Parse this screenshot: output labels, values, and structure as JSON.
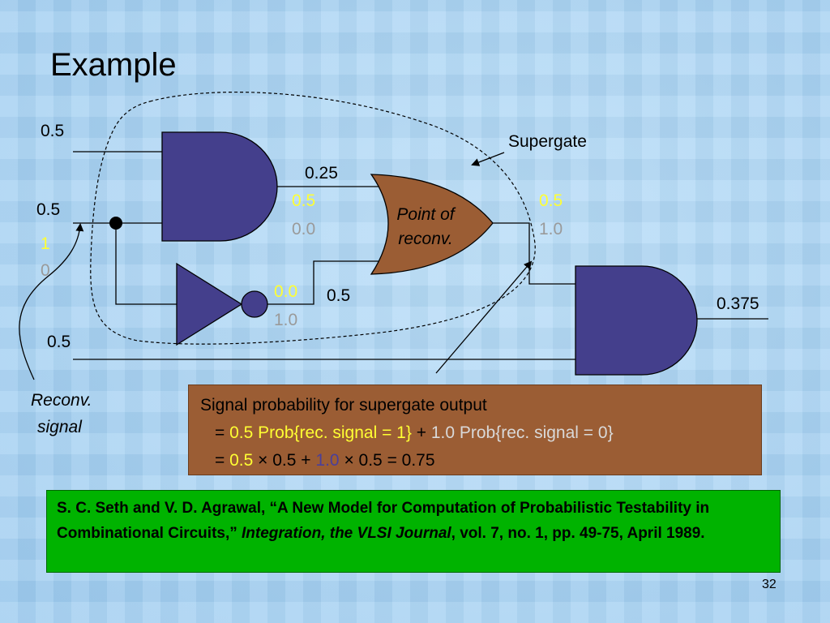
{
  "title": "Example",
  "inputs": {
    "top": "0.5",
    "middle": "0.5",
    "bottom": "0.5",
    "reconv_one": "1",
    "reconv_zero": "0"
  },
  "and1_output": "0.25",
  "or_inputs": {
    "top_case1": "0.5",
    "top_case0": "0.0",
    "bottom": "0.5"
  },
  "inverter_output": {
    "case1": "0.0",
    "case0": "1.0"
  },
  "or_output": {
    "case1": "0.5",
    "case0": "1.0"
  },
  "final_output": "0.375",
  "labels": {
    "supergate": "Supergate",
    "point_of_reconv_line1": "Point of",
    "point_of_reconv_line2": "reconv.",
    "reconv_signal_line1": "Reconv.",
    "reconv_signal_line2": "signal"
  },
  "formula": {
    "line1": "Signal probability for supergate output",
    "line2_eq": "=",
    "line2_val1": "0.5",
    "line2_term1": "Prob{rec. signal = 1}",
    "line2_plus": "+",
    "line2_val2": "1.0",
    "line2_term2": "Prob{rec. signal = 0}",
    "line3_eq": "=",
    "line3_val1": "0.5",
    "line3_mid": "× 0.5 +",
    "line3_val2": "1.0",
    "line3_end": "× 0.5 = 0.75"
  },
  "reference": {
    "authors": "S. C. Seth and V. D. Agrawal, “A New Model for Computation of Probabilistic Testability in Combinational Circuits,”",
    "journal": "Integration, the VLSI Journal",
    "details": ", vol. 7, no. 1, pp. 49-75, April 1989."
  },
  "page_number": "32",
  "colors": {
    "gate_fill": "#443f8c",
    "or_gate_fill": "#9b5d34",
    "formula_box": "#9b5d34",
    "reference_box": "#00b300",
    "highlight_yellow": "#ffff33",
    "gray": "#9a9a9a",
    "purple": "#4a3f9a"
  }
}
